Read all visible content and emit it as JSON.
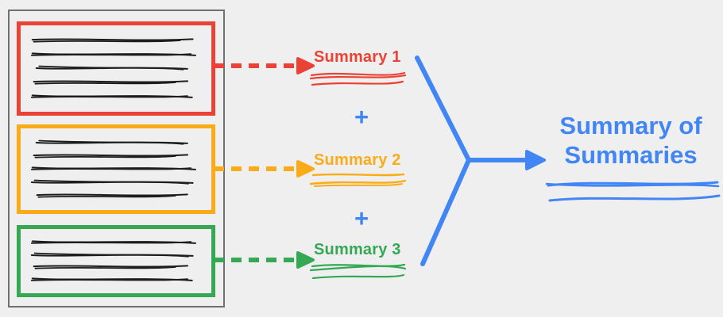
{
  "colors": {
    "red": "#ea4335",
    "orange": "#fbab18",
    "green": "#34a853",
    "blue": "#4285f4",
    "ink": "#1d1d1d",
    "doc-border": "#707070",
    "bg": "#efeff0"
  },
  "document": {
    "sections": [
      {
        "id": "section-1",
        "accent": "red",
        "scribble_line_count": 5
      },
      {
        "id": "section-2",
        "accent": "orange",
        "scribble_line_count": 5
      },
      {
        "id": "section-3",
        "accent": "green",
        "scribble_line_count": 4
      }
    ]
  },
  "summaries": [
    {
      "label": "Summary 1",
      "accent": "red"
    },
    {
      "label": "Summary 2",
      "accent": "orange"
    },
    {
      "label": "Summary 3",
      "accent": "green"
    }
  ],
  "operators": {
    "plus": "+"
  },
  "result": {
    "title": "Summary of Summaries",
    "accent": "blue"
  }
}
